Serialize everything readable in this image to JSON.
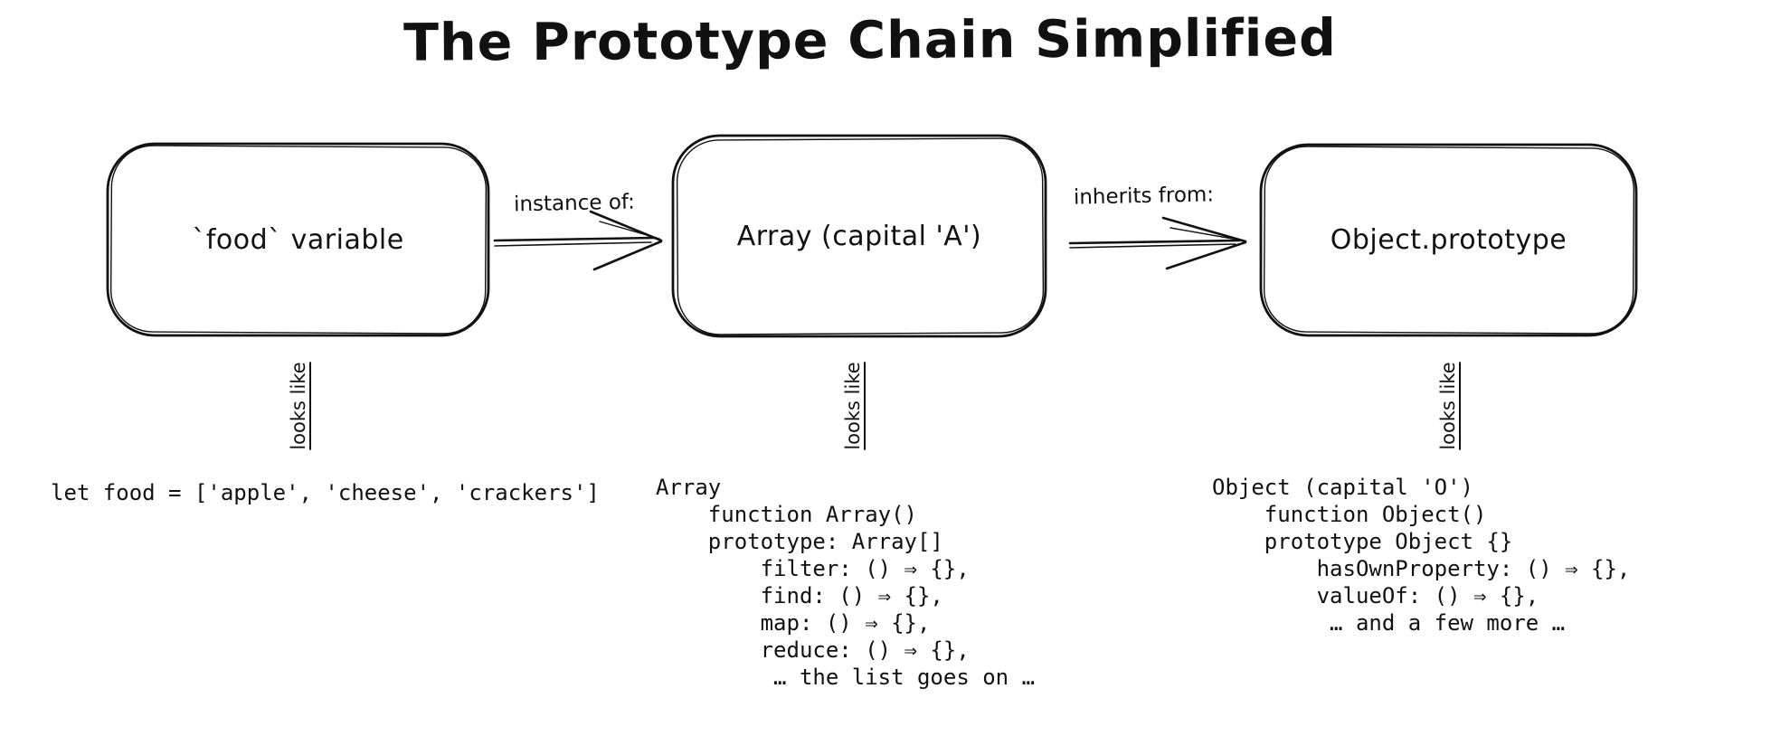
{
  "title": "The Prototype Chain Simplified",
  "diagram": {
    "nodes": [
      {
        "label": "`food` variable",
        "looks_like": "looks like"
      },
      {
        "label": "Array (capital 'A')",
        "looks_like": "looks like"
      },
      {
        "label": "Object.prototype",
        "looks_like": "looks like"
      }
    ],
    "arrows": [
      {
        "label": "instance of:"
      },
      {
        "label": "inherits from:"
      }
    ]
  },
  "code_blocks": [
    {
      "lines": [
        "let food = ['apple', 'cheese', 'crackers']"
      ]
    },
    {
      "lines": [
        "Array",
        "    function Array()",
        "    prototype: Array[]",
        "        filter: () ⇒ {},",
        "        find: () ⇒ {},",
        "        map: () ⇒ {},",
        "        reduce: () ⇒ {},",
        "         … the list goes on …"
      ]
    },
    {
      "lines": [
        "Object (capital 'O')",
        "    function Object()",
        "    prototype Object {}",
        "        hasOwnProperty: () ⇒ {},",
        "        valueOf: () ⇒ {},",
        "         … and a few more …"
      ]
    }
  ],
  "colors": {
    "ink": "#111111",
    "background": "#ffffff"
  }
}
